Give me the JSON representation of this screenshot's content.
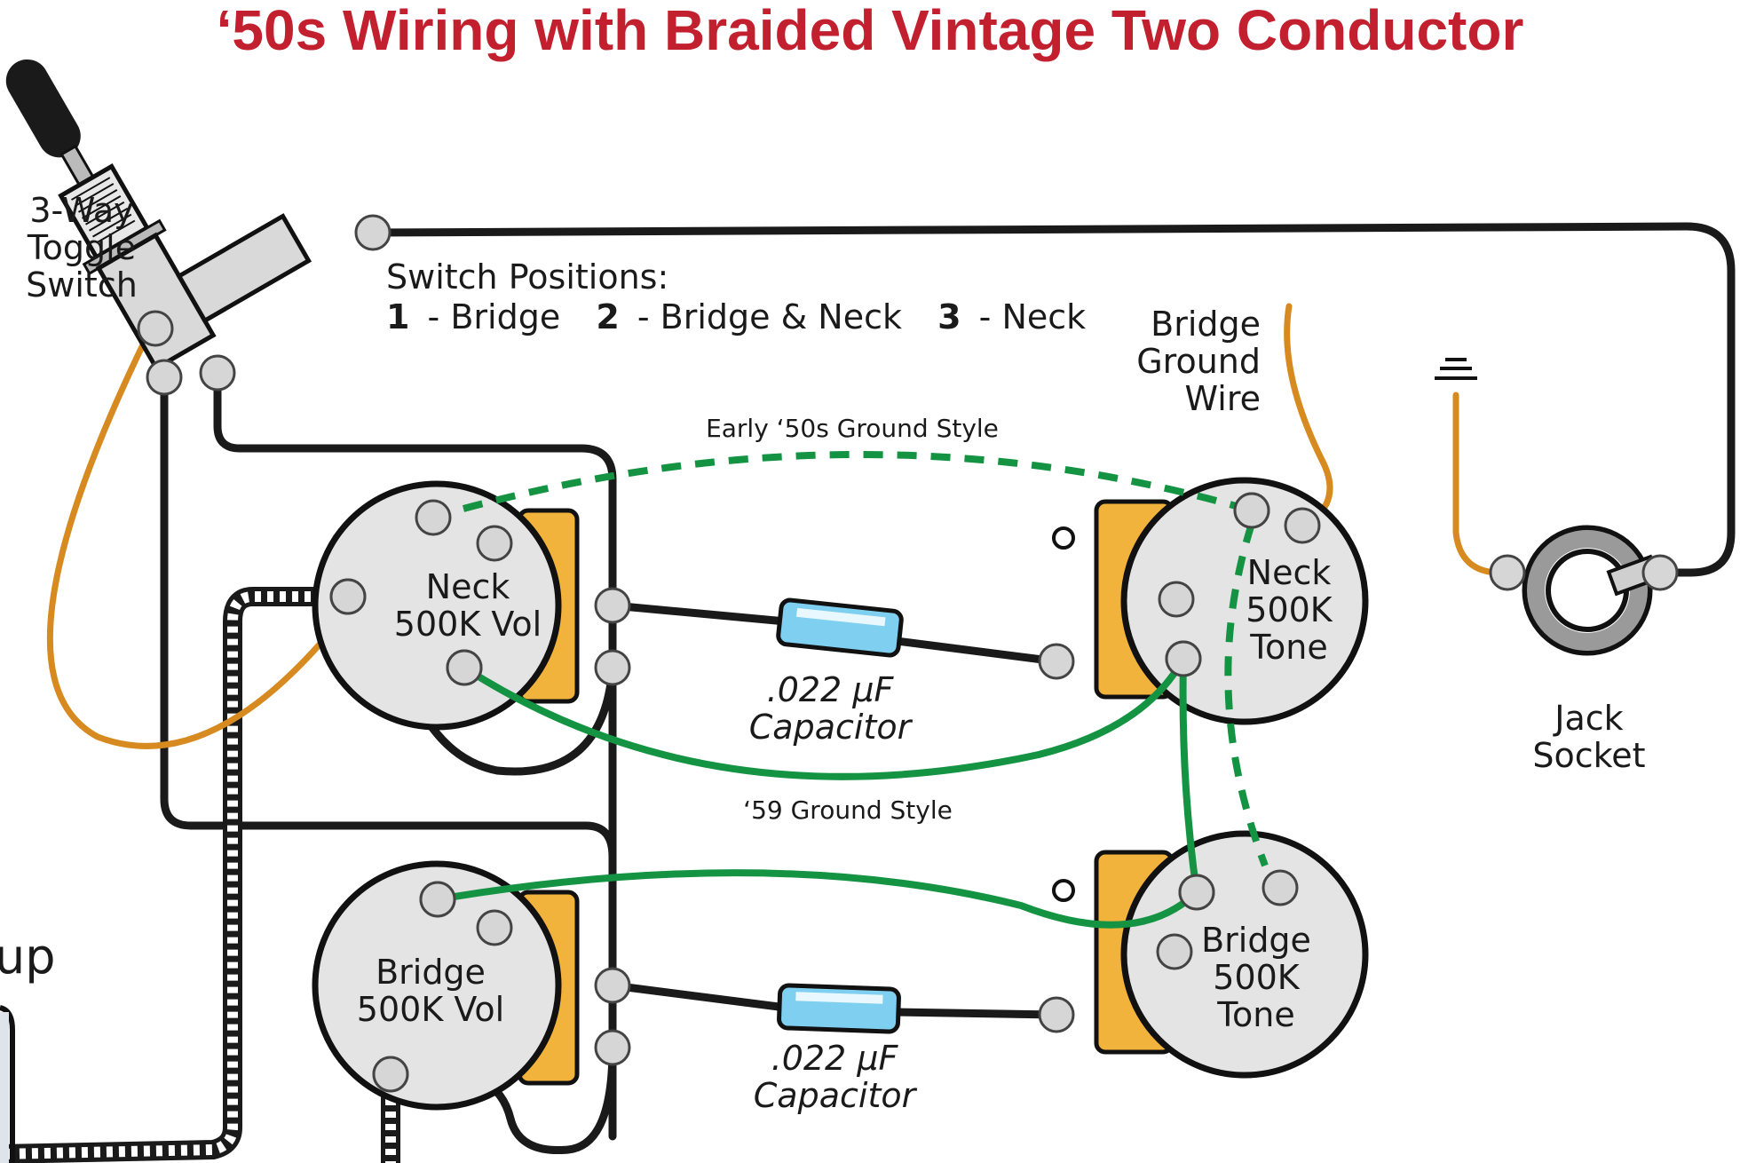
{
  "title": "‘50s Wiring with Braided Vintage Two Conductor",
  "colors": {
    "title": "#c3202f",
    "pot_face": "#e4e4e4",
    "lug_plate": "#f2b33d",
    "wire_black": "#1a1a1a",
    "wire_green": "#149443",
    "wire_orange": "#d68a1f",
    "capacitor": "#7fd0f0"
  },
  "switch": {
    "label_line1": "3-Way",
    "label_line2": "Toggle",
    "label_line3": "Switch",
    "positions_heading": "Switch Positions:",
    "pos1_num": "1",
    "pos1_text": "- Bridge",
    "pos2_num": "2",
    "pos2_text": "- Bridge & Neck",
    "pos3_num": "3",
    "pos3_text": "- Neck"
  },
  "bridge_ground": {
    "line1": "Bridge",
    "line2": "Ground",
    "line3": "Wire"
  },
  "jack": {
    "line1": "Jack",
    "line2": "Socket",
    "ground_icon": "ground-symbol"
  },
  "ground_styles": {
    "early": "Early ‘50s Ground Style",
    "late": "‘59 Ground Style"
  },
  "pots": {
    "neck_vol": {
      "line1": "Neck",
      "line2": "500K Vol"
    },
    "neck_tone": {
      "line1": "Neck",
      "line2": "500K",
      "line3": "Tone"
    },
    "bridge_vol": {
      "line1": "Bridge",
      "line2": "500K Vol"
    },
    "bridge_tone": {
      "line1": "Bridge",
      "line2": "500K",
      "line3": "Tone"
    }
  },
  "capacitors": {
    "neck": {
      "value": ".022 µF",
      "label": "Capacitor"
    },
    "bridge": {
      "value": ".022 µF",
      "label": "Capacitor"
    }
  },
  "cropped_text": "up"
}
